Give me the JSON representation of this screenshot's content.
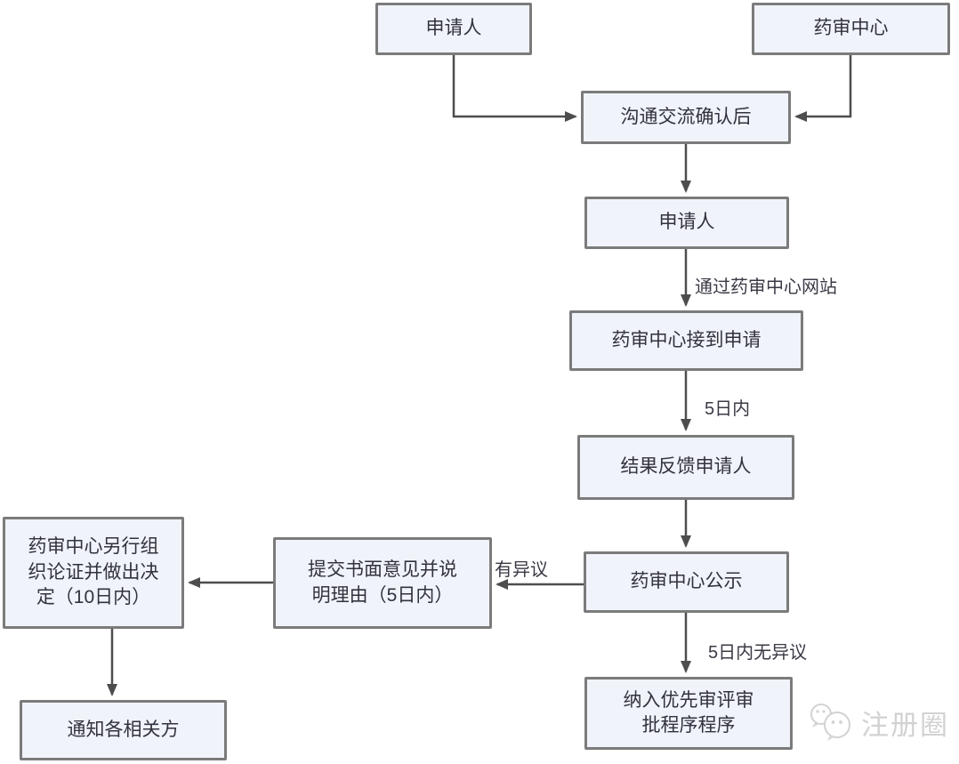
{
  "diagram": {
    "nodes": [
      {
        "id": "applicant-top",
        "label": "申请人"
      },
      {
        "id": "cde-top",
        "label": "药审中心"
      },
      {
        "id": "communicate-confirm",
        "label": "沟通交流确认后"
      },
      {
        "id": "applicant-mid",
        "label": "申请人"
      },
      {
        "id": "cde-receive-application",
        "label": "药审中心接到申请"
      },
      {
        "id": "feedback-applicant",
        "label": "结果反馈申请人"
      },
      {
        "id": "cde-publicity",
        "label": "药审中心公示"
      },
      {
        "id": "priority-review-program",
        "label": "纳入优先审评审\n批程序程序"
      },
      {
        "id": "written-opinion",
        "label": "提交书面意见并说\n明理由（5日内）"
      },
      {
        "id": "reorganize-decision",
        "label": "药审中心另行组\n织论证并做出决\n定（10日内）"
      },
      {
        "id": "notify-parties",
        "label": "通知各相关方"
      }
    ],
    "edge_labels": [
      {
        "id": "via-cde-website",
        "text": "通过药审中心网站"
      },
      {
        "id": "within-5-days",
        "text": "5日内"
      },
      {
        "id": "objection",
        "text": "有异议"
      },
      {
        "id": "no-objection-within-5-days",
        "text": "5日内无异议"
      }
    ],
    "watermark": {
      "icon": "chat-bubbles-icon",
      "text": "注册圈"
    }
  },
  "colors": {
    "background": "#ffffff",
    "node_fill": "#f0f3fa",
    "node_border": "#7b7b7b",
    "node_text": "#32323e",
    "arrow": "#4d4d4d",
    "edge_label_text": "#3a3a46",
    "watermark": "#d2d2d2"
  }
}
